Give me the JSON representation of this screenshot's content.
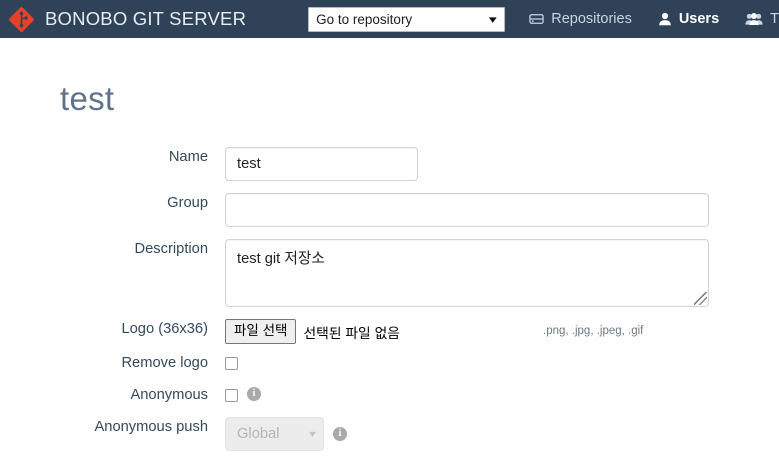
{
  "navbar": {
    "brand": "BONOBO GIT SERVER",
    "logo_icon": "git-diamond-logo",
    "logo_color": "#e8402a",
    "background": "#2f4257",
    "repo_select": {
      "value": "Go to repository",
      "icon": "chevron-down-icon"
    },
    "links": [
      {
        "label": "Repositories",
        "icon": "database-icon",
        "active": false
      },
      {
        "label": "Users",
        "icon": "user-icon",
        "active": true
      },
      {
        "label": "T",
        "icon": "users-group-icon",
        "active": false
      }
    ]
  },
  "page": {
    "title": "test"
  },
  "form": {
    "name": {
      "label": "Name",
      "value": "test",
      "placeholder": ""
    },
    "group": {
      "label": "Group",
      "value": "",
      "placeholder": ""
    },
    "description": {
      "label": "Description",
      "value": "test git 저장소",
      "placeholder": ""
    },
    "logo": {
      "label": "Logo (36x36)",
      "button_label": "파일 선택",
      "no_file_text": "선택된 파일 없음",
      "hint": ".png, .jpg, .jpeg, .gif"
    },
    "remove_logo": {
      "label": "Remove logo",
      "checked": false
    },
    "anonymous": {
      "label": "Anonymous",
      "checked": false,
      "info_icon": "info-icon"
    },
    "anonymous_push": {
      "label": "Anonymous push",
      "value": "Global",
      "disabled": true,
      "info_icon": "info-icon",
      "chevron": "chevron-down-icon"
    }
  },
  "colors": {
    "navbar_bg": "#2f4257",
    "title": "#5f7287",
    "label": "#34495e",
    "border": "#d3d3d3",
    "accent_red": "#e8402a"
  }
}
